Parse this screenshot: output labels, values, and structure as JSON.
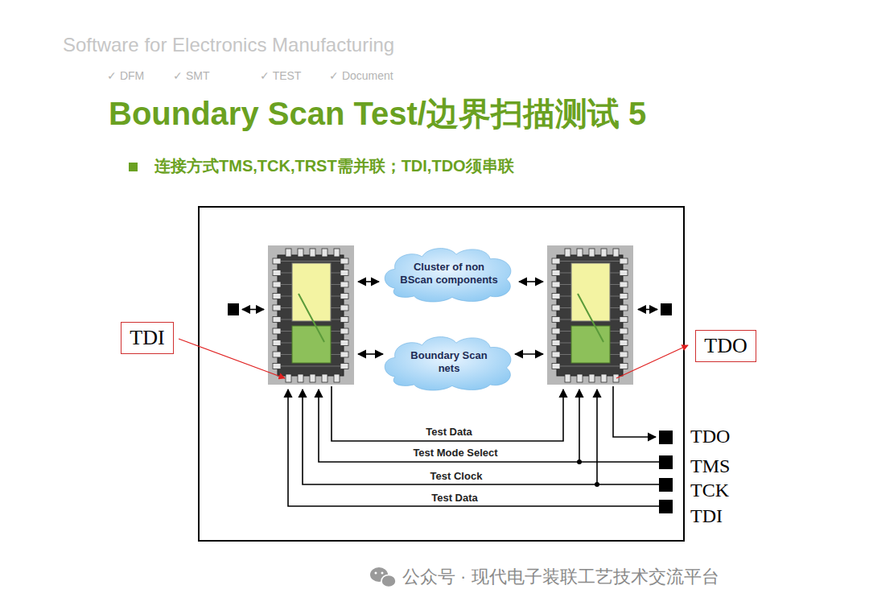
{
  "diagram": {
    "title": "Boundary Scan Test/边界扫描测试 5",
    "nodes": [
      {
        "text": [
          "TDI"
        ]
      },
      {
        "text": [
          "Cluster of non BScan components"
        ]
      },
      {
        "text": [
          "Boundary Scan nets"
        ]
      },
      {
        "text": [
          "TDO"
        ]
      }
    ],
    "labels": [
      "Software for Electronics Manufacturing",
      "✓ DFM",
      "✓ SMT",
      "✓ TEST",
      "✓ Document",
      "连接方式TMS,TCK,TRST需并联；TDI,TDO须串联",
      "Test Data",
      "Test Mode Select",
      "Test Clock",
      "Test Data",
      "TDO",
      "TMS",
      "TCK",
      "TDI",
      "公众号 · 现代电子装联工艺技术交流平台"
    ]
  }
}
